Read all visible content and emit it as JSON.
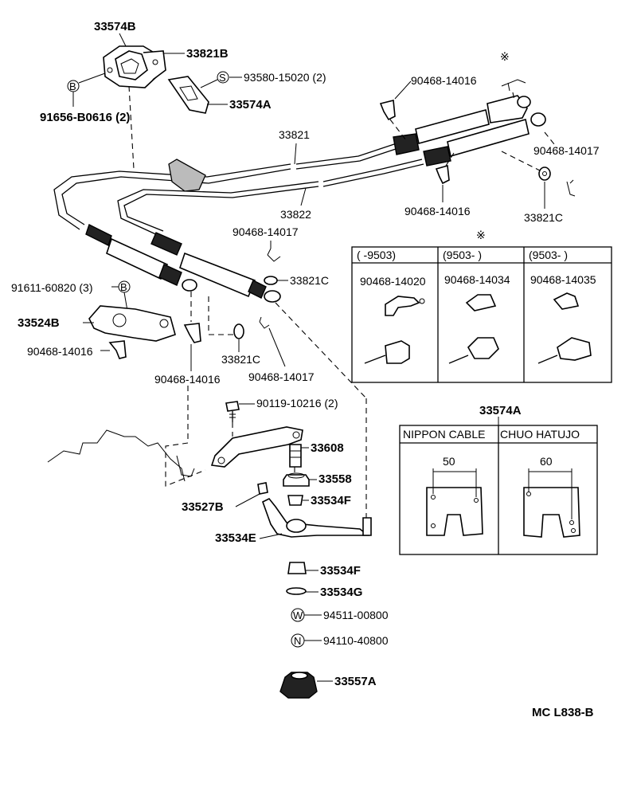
{
  "diagram": {
    "code": "MC  L838-B",
    "labels": {
      "p33574B": "33574B",
      "p33821B": "33821B",
      "p93580": "93580-15020 (2)",
      "p33574A": "33574A",
      "p91656": "91656-B0616 (2)",
      "p90468_14016_top": "90468-14016",
      "p90468_14017_r": "90468-14017",
      "p33821": "33821",
      "p33822": "33822",
      "p90468_14016_mid": "90468-14016",
      "p33821C_r": "33821C",
      "p90468_14017_m": "90468-14017",
      "p33821C_m": "33821C",
      "p91611": "91611-60820 (3)",
      "p33524B": "33524B",
      "p90468_14016_l": "90468-14016",
      "p33821C_low": "33821C",
      "p90468_14016_low": "90468-14016",
      "p90468_14017_low": "90468-14017",
      "p90119": "90119-10216 (2)",
      "p33608": "33608",
      "p33558": "33558",
      "p33527B": "33527B",
      "p33534F_a": "33534F",
      "p33534E": "33534E",
      "p33534F_b": "33534F",
      "p33534G": "33534G",
      "p94511": "94511-00800",
      "p94110": "94110-40800",
      "p33557A": "33557A"
    },
    "marks": {
      "asterisk": "※",
      "circle_b": "B",
      "circle_s": "S",
      "circle_w": "W",
      "circle_n": "N"
    }
  },
  "variant_table": {
    "asterisk": "※",
    "columns": [
      {
        "range": "(      -9503)",
        "part": "90468-14020"
      },
      {
        "range": "(9503-       )",
        "part": "90468-14034"
      },
      {
        "range": "(9503-       )",
        "part": "90468-14035"
      }
    ]
  },
  "bracket_table": {
    "title": "33574A",
    "columns": [
      {
        "maker": "NIPPON CABLE",
        "dimension": "50"
      },
      {
        "maker": "CHUO HATUJO",
        "dimension": "60"
      }
    ]
  }
}
